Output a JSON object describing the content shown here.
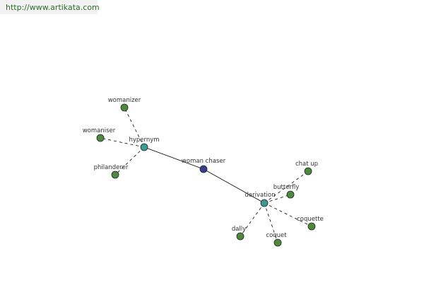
{
  "site_url": "http://www.artikata.com",
  "colors": {
    "center": "#3a3d8a",
    "relation": "#3b9a96",
    "leaf": "#4e8a3e",
    "node_stroke": "#222222",
    "edge": "#000000",
    "url_text": "#2e6e2e"
  },
  "graph": {
    "nodes": [
      {
        "id": "center",
        "label": "woman chaser",
        "kind": "center"
      },
      {
        "id": "hypernym",
        "label": "hypernym",
        "kind": "relation"
      },
      {
        "id": "derivation",
        "label": "derivation",
        "kind": "relation"
      },
      {
        "id": "womanizer",
        "label": "womanizer",
        "kind": "leaf"
      },
      {
        "id": "womaniser",
        "label": "womaniser",
        "kind": "leaf"
      },
      {
        "id": "philanderer",
        "label": "philanderer",
        "kind": "leaf"
      },
      {
        "id": "chat-up",
        "label": "chat up",
        "kind": "leaf"
      },
      {
        "id": "butterfly",
        "label": "butterfly",
        "kind": "leaf"
      },
      {
        "id": "coquette",
        "label": "coquette",
        "kind": "leaf"
      },
      {
        "id": "coquet",
        "label": "coquet",
        "kind": "leaf"
      },
      {
        "id": "dally",
        "label": "dally",
        "kind": "leaf"
      }
    ],
    "edges": [
      {
        "from": "center",
        "to": "hypernym",
        "style": "solid"
      },
      {
        "from": "center",
        "to": "derivation",
        "style": "solid"
      },
      {
        "from": "hypernym",
        "to": "womanizer",
        "style": "dashed"
      },
      {
        "from": "hypernym",
        "to": "womaniser",
        "style": "dashed"
      },
      {
        "from": "hypernym",
        "to": "philanderer",
        "style": "dashed"
      },
      {
        "from": "derivation",
        "to": "chat-up",
        "style": "dashed"
      },
      {
        "from": "derivation",
        "to": "butterfly",
        "style": "dashed"
      },
      {
        "from": "derivation",
        "to": "coquette",
        "style": "dashed"
      },
      {
        "from": "derivation",
        "to": "coquet",
        "style": "dashed"
      },
      {
        "from": "derivation",
        "to": "dally",
        "style": "dashed"
      }
    ]
  }
}
